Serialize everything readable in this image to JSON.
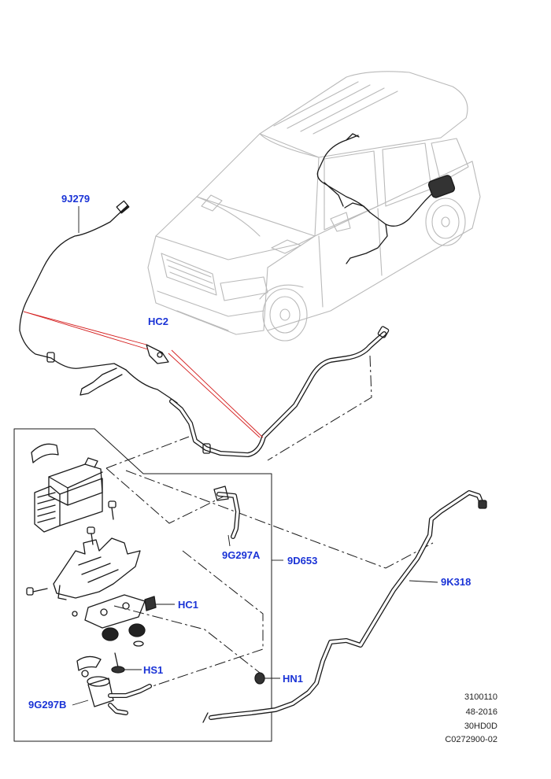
{
  "diagram": {
    "callouts": {
      "p_9j279": "9J279",
      "p_hc2": "HC2",
      "p_9g297a": "9G297A",
      "p_9d653": "9D653",
      "p_hc1": "HC1",
      "p_hs1": "HS1",
      "p_hn1": "HN1",
      "p_9g297b": "9G297B",
      "p_9k318": "9K318"
    },
    "callout_color": "#1a33d6",
    "highlight_color": "#d41c1c",
    "meta": {
      "line1": "3100110",
      "line2": "48-2016",
      "line3": "30HD0D",
      "line4": "C0272900-02"
    }
  }
}
